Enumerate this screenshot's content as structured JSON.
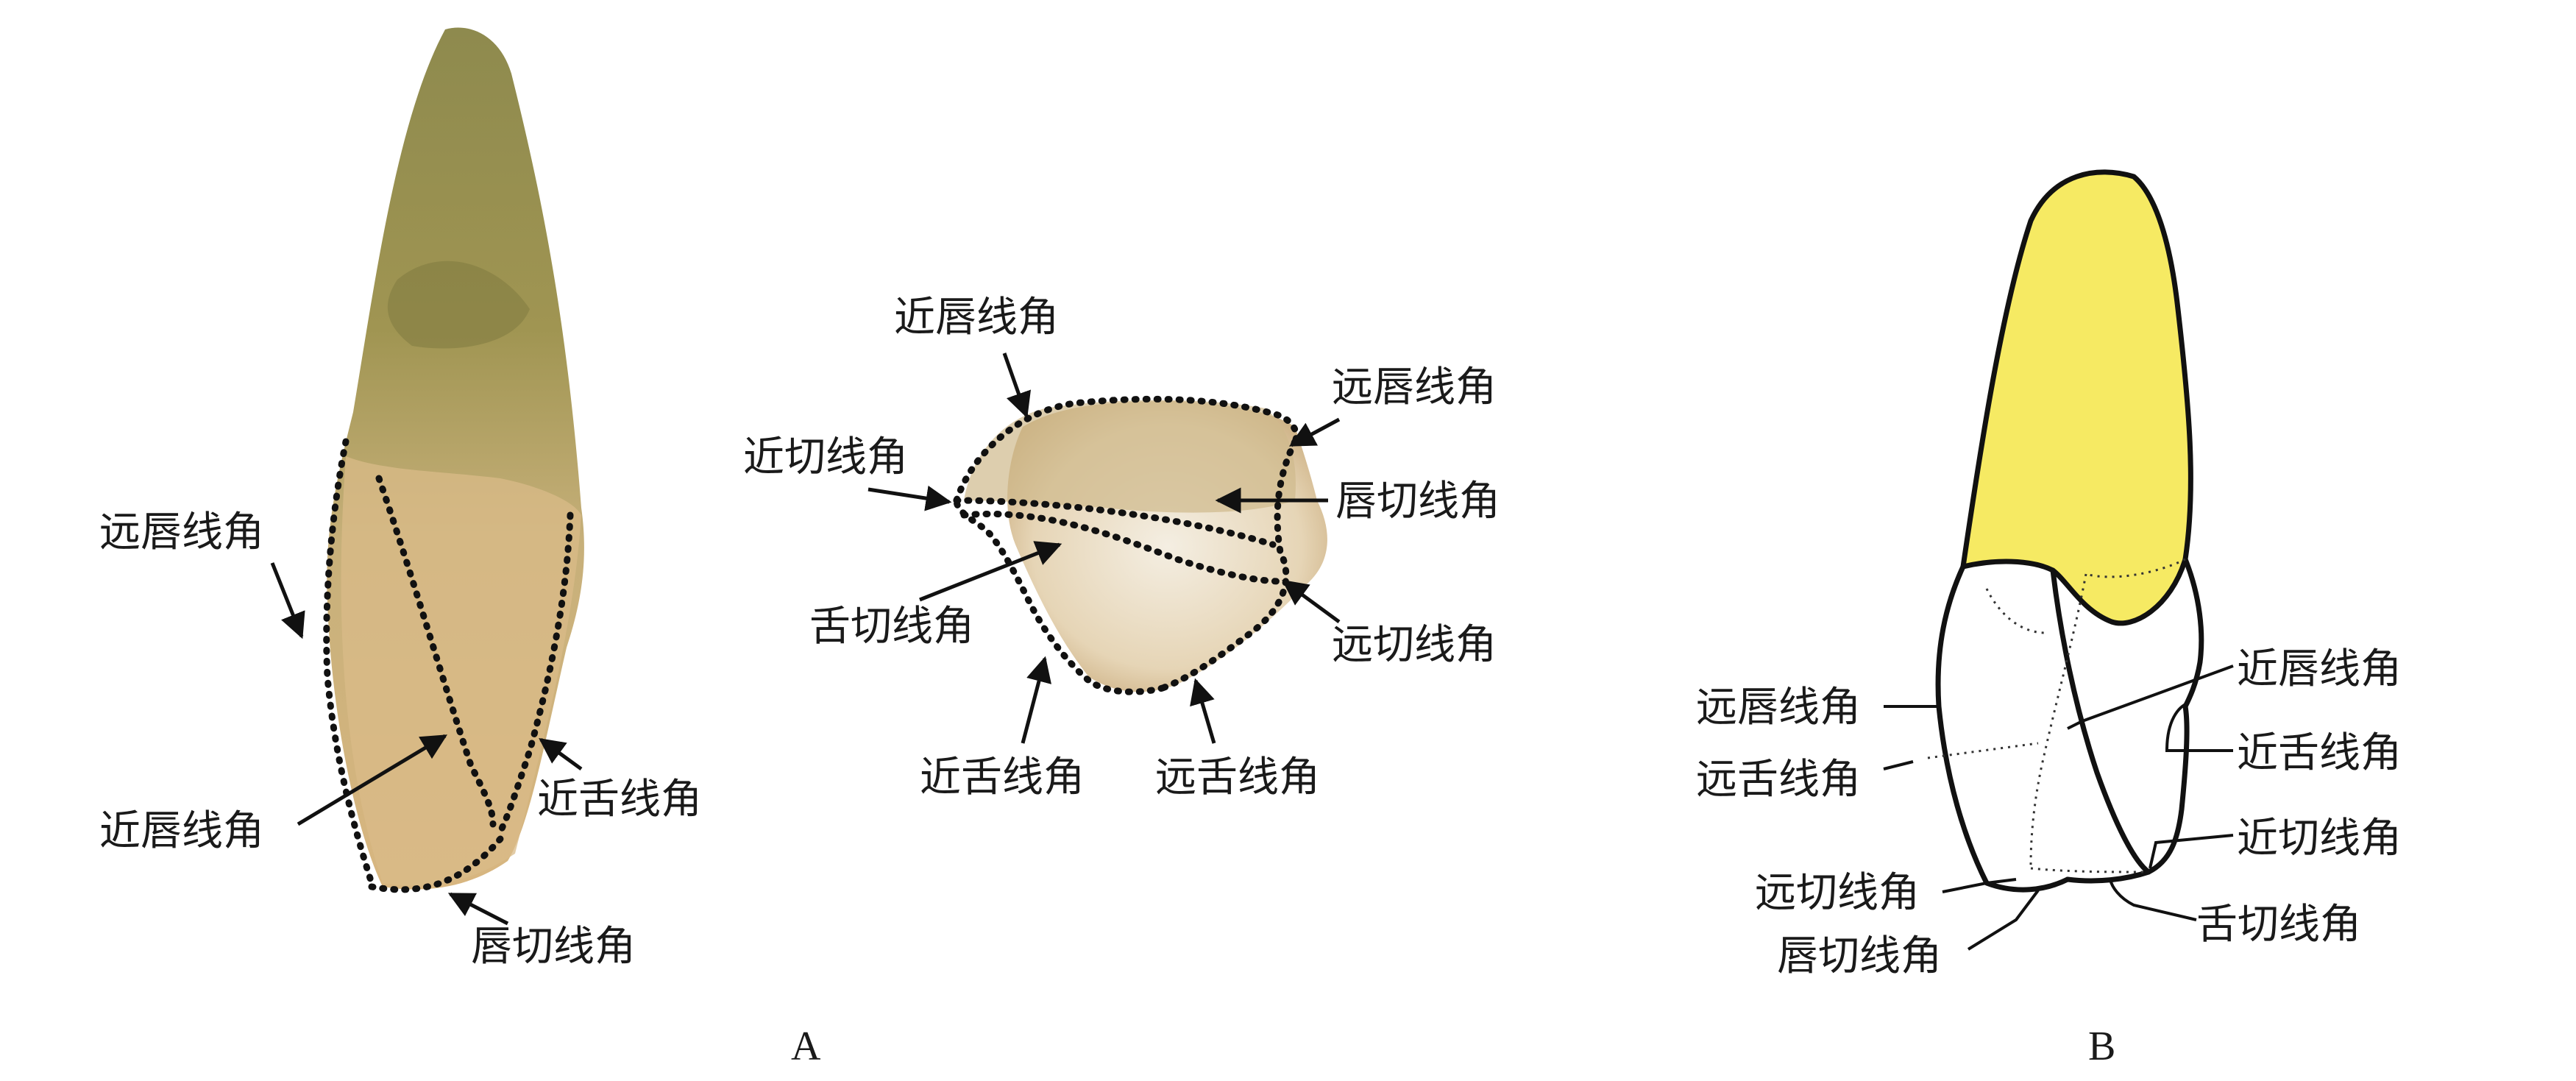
{
  "panels": {
    "a": "A",
    "b": "B"
  },
  "panel_a_tooth1": {
    "distolabial_upper": "远唇线角",
    "mesiolabial_lower": "近唇线角",
    "mesiolingual": "近舌线角",
    "labioincisal": "唇切线角"
  },
  "panel_a_tooth2": {
    "mesiolabial": "近唇线角",
    "distolabial": "远唇线角",
    "mesioincisal": "近切线角",
    "labioincisal": "唇切线角",
    "linguoincisal": "舌切线角",
    "distoincisal": "远切线角",
    "mesiolingual": "近舌线角",
    "distolingual": "远舌线角"
  },
  "panel_b": {
    "distolabial": "远唇线角",
    "distolingual": "远舌线角",
    "distoincisal": "远切线角",
    "labioincisal": "唇切线角",
    "mesiolabial": "近唇线角",
    "mesiolingual": "近舌线角",
    "mesioincisal": "近切线角",
    "linguoincisal": "舌切线角"
  },
  "colors": {
    "root_yellow": "#f6ea63",
    "tooth_photo": "#c9b27a"
  }
}
